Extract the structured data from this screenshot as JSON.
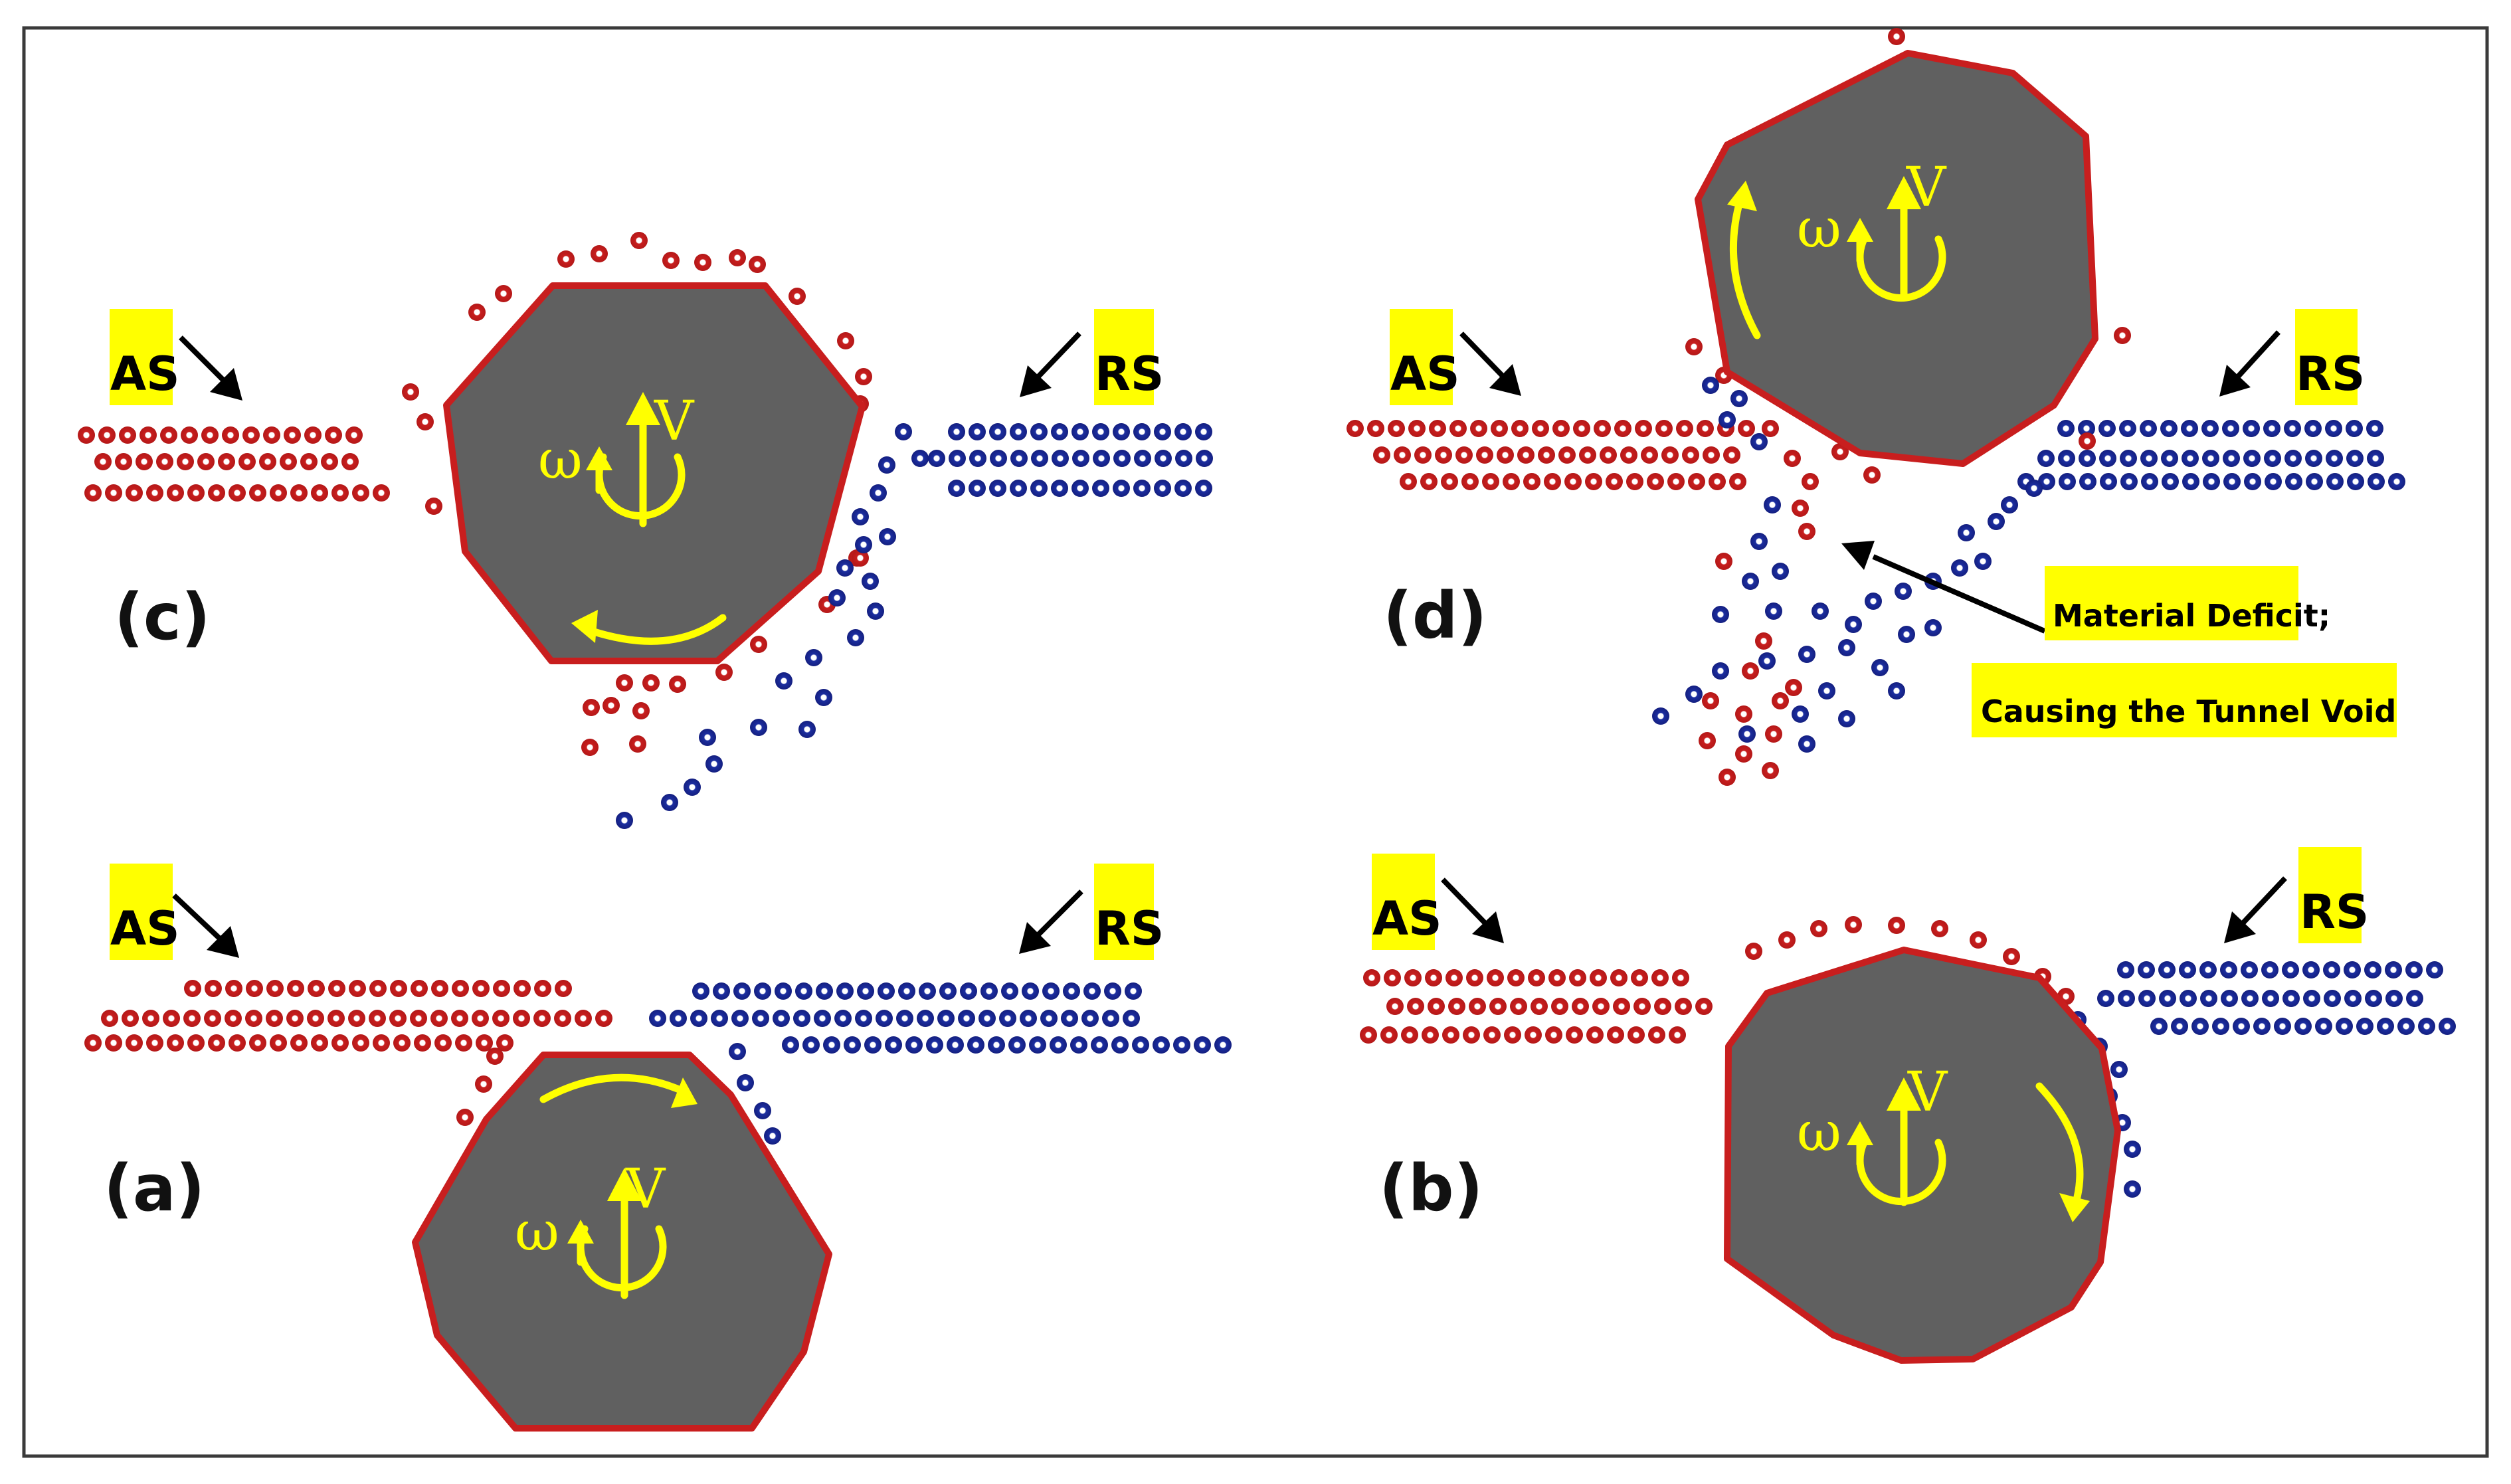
{
  "panels": {
    "a": {
      "label": "(a)",
      "advancing_tag": "AS",
      "retreating_tag": "RS",
      "omega_symbol": "ω",
      "velocity_symbol": "V"
    },
    "b": {
      "label": "(b)",
      "advancing_tag": "AS",
      "retreating_tag": "RS",
      "omega_symbol": "ω",
      "velocity_symbol": "V"
    },
    "c": {
      "label": "(c)",
      "advancing_tag": "AS",
      "retreating_tag": "RS",
      "omega_symbol": "ω",
      "velocity_symbol": "V"
    },
    "d": {
      "label": "(d)",
      "advancing_tag": "AS",
      "retreating_tag": "RS",
      "omega_symbol": "ω",
      "velocity_symbol": "V",
      "note_line1": "Material Deficit;",
      "note_line2": "Causing the Tunnel Void"
    }
  },
  "colors": {
    "advancing_side_particles": "#c81e1e",
    "retreating_side_particles": "#1c2ea0",
    "tool": "#606060",
    "tool_outline": "#c81e1e",
    "highlight": "#ffff00",
    "motion_arrows": "#ffff00"
  }
}
